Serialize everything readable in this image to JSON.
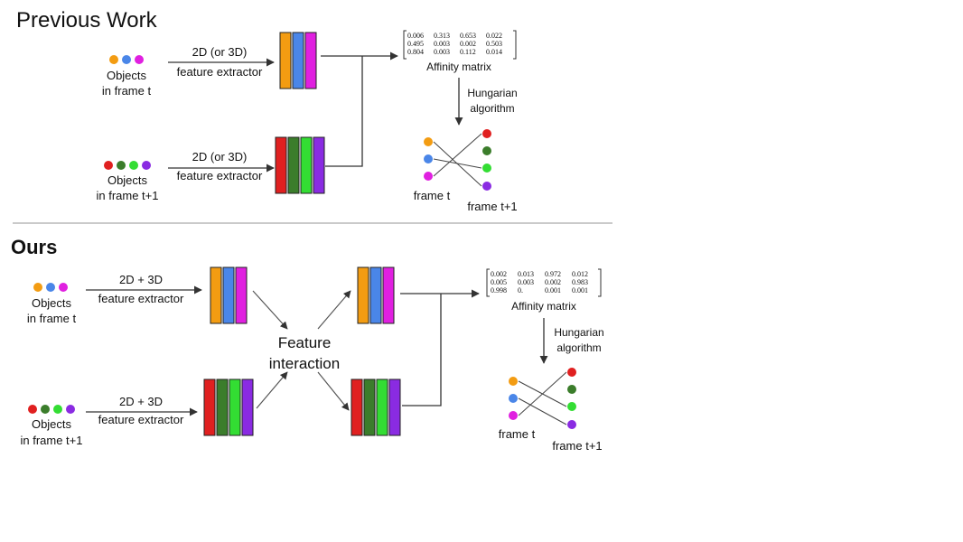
{
  "colors": {
    "orange": "#f39c12",
    "blue": "#4a86e8",
    "magenta": "#e020e0",
    "red": "#e02020",
    "darkgreen": "#3b7d2b",
    "green": "#33dd33",
    "purple": "#8a2be2",
    "line": "#333333",
    "separator": "#aaaaaa"
  },
  "previous": {
    "title": "Previous Work",
    "objects_t_label": [
      "Objects",
      "in frame t"
    ],
    "objects_t1_label": [
      "Objects",
      "in frame t+1"
    ],
    "extractor_label": [
      "2D (or 3D)",
      "feature extractor"
    ],
    "affinity_label": "Affinity matrix",
    "matrix": [
      [
        "0.006",
        "0.313",
        "0.653",
        "0.022"
      ],
      [
        "0.495",
        "0.003",
        "0.002",
        "0.503"
      ],
      [
        "0.804",
        "0.003",
        "0.112",
        "0.014"
      ]
    ],
    "hungarian_label": [
      "Hungarian",
      "algorithm"
    ],
    "frame_t_label": "frame t",
    "frame_t1_label": "frame t+1"
  },
  "ours": {
    "title": "Ours",
    "objects_t_label": [
      "Objects",
      "in frame t"
    ],
    "objects_t1_label": [
      "Objects",
      "in frame t+1"
    ],
    "extractor_label": [
      "2D + 3D",
      "feature extractor"
    ],
    "interaction_label": [
      "Feature",
      "interaction"
    ],
    "affinity_label": "Affinity matrix",
    "matrix": [
      [
        "0.002",
        "0.013",
        "0.972",
        "0.012"
      ],
      [
        "0.005",
        "0.003",
        "0.002",
        "0.983"
      ],
      [
        "0.998",
        "0.",
        "0.001",
        "0.001"
      ]
    ],
    "hungarian_label": [
      "Hungarian",
      "algorithm"
    ],
    "frame_t_label": "frame t",
    "frame_t1_label": "frame t+1"
  }
}
